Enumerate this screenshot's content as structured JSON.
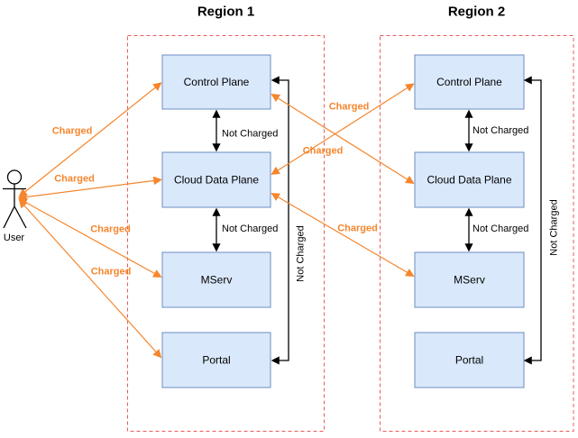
{
  "user": {
    "label": "User"
  },
  "labels": {
    "charged": "Charged",
    "not_charged": "Not Charged"
  },
  "regions": [
    {
      "title": "Region 1",
      "nodes": [
        "Control Plane",
        "Cloud Data Plane",
        "MServ",
        "Portal"
      ]
    },
    {
      "title": "Region 2",
      "nodes": [
        "Control Plane",
        "Cloud Data Plane",
        "MServ",
        "Portal"
      ]
    }
  ],
  "edges": [
    {
      "from": "User",
      "to": "Region 1 / Control Plane",
      "label": "Charged",
      "bidirectional": true
    },
    {
      "from": "User",
      "to": "Region 1 / Cloud Data Plane",
      "label": "Charged",
      "bidirectional": true
    },
    {
      "from": "User",
      "to": "Region 1 / MServ",
      "label": "Charged",
      "bidirectional": true
    },
    {
      "from": "User",
      "to": "Region 1 / Portal",
      "label": "Charged",
      "bidirectional": true
    },
    {
      "from": "Region 1 / Control Plane",
      "to": "Region 1 / Cloud Data Plane",
      "label": "Not Charged",
      "bidirectional": true
    },
    {
      "from": "Region 1 / Cloud Data Plane",
      "to": "Region 1 / MServ",
      "label": "Not Charged",
      "bidirectional": true
    },
    {
      "from": "Region 1 / Control Plane",
      "to": "Region 1 / Portal",
      "label": "Not Charged",
      "bidirectional": true
    },
    {
      "from": "Region 1 / Cloud Data Plane",
      "to": "Region 2 / Control Plane",
      "label": "Charged",
      "bidirectional": true
    },
    {
      "from": "Region 1 / Control Plane",
      "to": "Region 2 / Cloud Data Plane",
      "label": "Charged",
      "bidirectional": true
    },
    {
      "from": "Region 1 / Cloud Data Plane",
      "to": "Region 2 / MServ",
      "label": "Charged",
      "bidirectional": true
    },
    {
      "from": "Region 2 / Control Plane",
      "to": "Region 2 / Cloud Data Plane",
      "label": "Not Charged",
      "bidirectional": true
    },
    {
      "from": "Region 2 / Cloud Data Plane",
      "to": "Region 2 / MServ",
      "label": "Not Charged",
      "bidirectional": true
    },
    {
      "from": "Region 2 / Control Plane",
      "to": "Region 2 / Portal",
      "label": "Not Charged",
      "bidirectional": true
    }
  ],
  "colors": {
    "charged_edge": "#f5862d",
    "not_charged_edge": "#000000",
    "region_border": "#ec5b5b",
    "node_fill": "#dae8fc",
    "node_border": "#6c8ebf"
  }
}
